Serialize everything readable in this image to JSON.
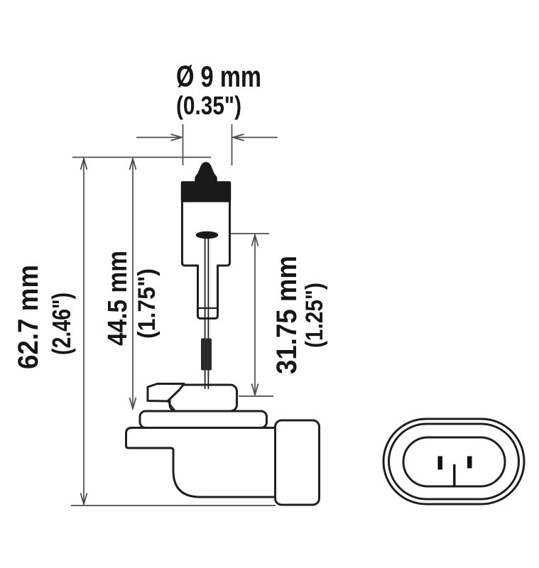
{
  "diagram": {
    "dimensions": {
      "diameter": {
        "metric": "Ø 9 mm",
        "imperial": "(0.35\")"
      },
      "overall_length": {
        "metric": "62.7 mm",
        "imperial": "(2.46\")"
      },
      "glass_length": {
        "metric": "44.5 mm",
        "imperial": "(1.75\")"
      },
      "filament_length": {
        "metric": "31.75 mm",
        "imperial": "(1.25\")"
      }
    },
    "colors": {
      "background": "#ffffff",
      "outline": "#1f1f1f",
      "dimension_line": "#4d4d4d",
      "solid_fill": "#1a1a1a",
      "text": "#161616"
    }
  }
}
